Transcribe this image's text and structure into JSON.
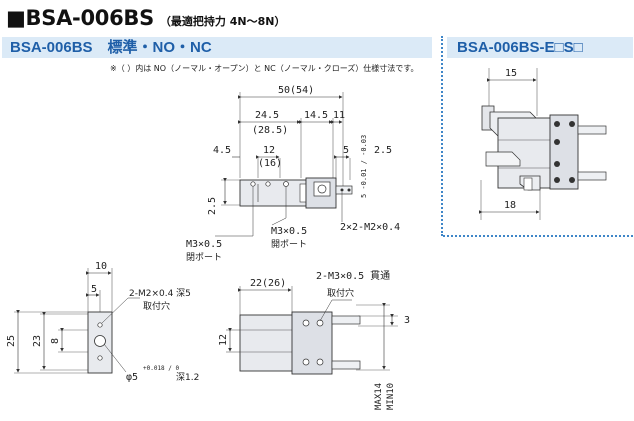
{
  "title": {
    "model": "■BSA-006BS",
    "subtitle": "（最適把持力 4N〜8N）"
  },
  "band_left": "BSA-006BS　標準・NO・NC",
  "band_right": "BSA-006BS-E□S□",
  "note": "※（ ）内は NO（ノーマル・オープン）と NC（ノーマル・クローズ）仕様寸法です。",
  "dims": {
    "top_overall": "50(54)",
    "top_a": "24.5",
    "top_b": "14.5",
    "top_c": "11",
    "top_a2": "(28.5)",
    "top_d": "4.5",
    "top_e": "12",
    "top_e2": "(16)",
    "top_f": "5",
    "top_g": "2.5",
    "top_h": "2.5",
    "top_tol": "5 -0.01 / -0.03",
    "port_left_1": "M3×0.5",
    "port_left_2": "閉ポート",
    "port_mid_1": "M3×0.5",
    "port_mid_2": "開ポート",
    "mount_top": "2×2-M2×0.4",
    "side_10": "10",
    "side_5": "5",
    "side_25": "25",
    "side_23": "23",
    "side_8": "8",
    "side_hole_1": "2-M2×0.4 深5",
    "side_hole_2": "取付穴",
    "side_pin_a": "φ5",
    "side_pin_tol": "+0.018 / 0",
    "side_pin_b": "深1.2",
    "bot_22": "22(26)",
    "bot_hole_1": "2-M3×0.5 貫通",
    "bot_hole_2": "取付穴",
    "bot_3": "3",
    "bot_12": "12",
    "bot_max": "MAX14",
    "bot_min": "MIN10",
    "right_15": "15",
    "right_18": "18"
  }
}
